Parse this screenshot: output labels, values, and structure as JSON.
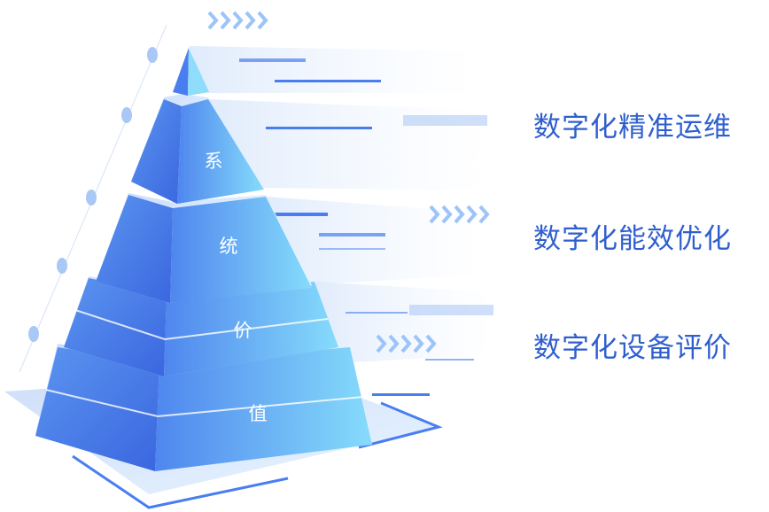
{
  "pyramid": {
    "layers": [
      "系",
      "统",
      "价",
      "值"
    ]
  },
  "captions": [
    "数字化精准运维",
    "数字化能效优化",
    "数字化设备评价"
  ],
  "colors": {
    "caption": "#2f5fcf",
    "face_dark": "#3f6fe0",
    "face_light": "#7fd6fb",
    "accent": "#4a7ef0"
  }
}
